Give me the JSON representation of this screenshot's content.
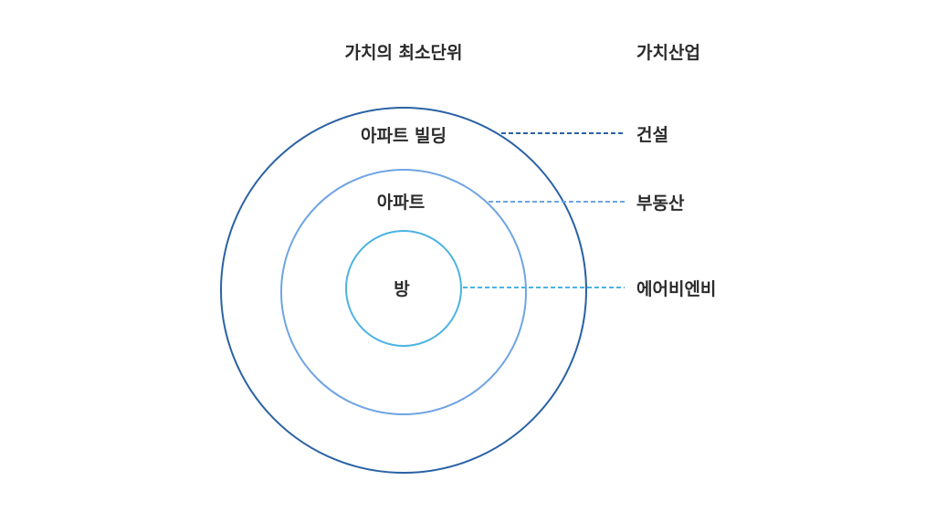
{
  "headers": {
    "left": "가치의 최소단위",
    "right": "가치산업"
  },
  "levels": [
    {
      "unit": "아파트 빌딩",
      "industry": "건설",
      "color": "#2a62a4"
    },
    {
      "unit": "아파트",
      "industry": "부동산",
      "color": "#6fa5e2"
    },
    {
      "unit": "방",
      "industry": "에어비엔비",
      "color": "#4ab3e2"
    }
  ]
}
